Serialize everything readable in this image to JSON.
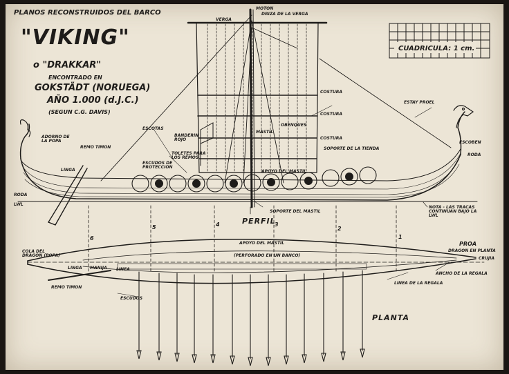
{
  "title": {
    "line1": "PLANOS RECONSTRUIDOS DEL BARCO",
    "name": "\"VIKING\"",
    "alt": "o \"DRAKKAR\"",
    "found": "ENCONTRADO EN",
    "place": "GOKSTÄDT (NORUEGA)",
    "year": "AÑO 1.000 (d.J.C.)",
    "source": "(SEGUN C.G. DAVIS)"
  },
  "grid_note": "CUADRICULA: 1 cm.",
  "sections": {
    "profile": "PERFIL",
    "plan": "PLANTA"
  },
  "profile_labels": {
    "motor": "MOTON",
    "driza": "DRIZA DE LA VERGA",
    "verga": "VERGA",
    "costura1": "COSTURA",
    "costura2": "COSTURA",
    "costura3": "COSTURA",
    "estay": "ESTAY PROEL",
    "escotas": "ESCOTAS",
    "obenques": "OBENQUES",
    "mastil": "MASTIL",
    "soporte_tienda": "SOPORTE DE LA TIENDA",
    "escoben": "ESCOBEN",
    "roda_proa": "RODA",
    "adorno": "ADORNO DE LA POPA",
    "remo_timon": "REMO TIMON",
    "linga": "LINGA",
    "banderin": "BANDERIN ROJO",
    "toletes": "TOLETES PARA LOS REMOS",
    "escudos": "ESCUDOS DE PROTECCION",
    "apoyo": "APOYO DEL MASTIL",
    "roda_popa": "RODA",
    "lwl": "LWL",
    "soporte_mastil": "SOPORTE DEL MASTIL",
    "nota": "NOTA - LAS TRACAS CONTINUAN BAJO LA LWL"
  },
  "stations": [
    "6",
    "5",
    "4",
    "3",
    "2",
    "1"
  ],
  "plan_labels": {
    "cola": "COLA DEL DRAGON (POPA)",
    "linga": "LINGA",
    "manija": "MANIJA",
    "linea": "LINEA",
    "remo_timon": "REMO TIMON",
    "escudos": "ESCUDOS",
    "apoyo": "APOYO DEL MASTIL",
    "apoyo_note": "(PERFORADO EN UN BANCO)",
    "proa": "PROA",
    "dragon": "DRAGON EN PLANTA",
    "crujia": "CRUJIA",
    "ancho": "ANCHO DE LA REGALA",
    "regala": "LINEA DE LA REGALA"
  },
  "colors": {
    "paper": "#ece5d6",
    "ink": "#1e1c1a",
    "frame": "#1a1613"
  }
}
